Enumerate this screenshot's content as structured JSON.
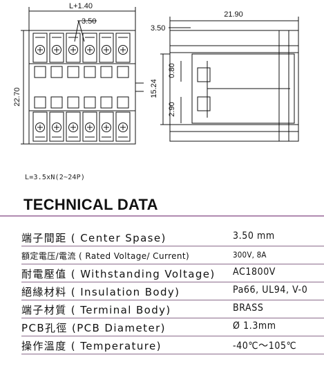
{
  "drawing": {
    "dim_top_width": "L+1.40",
    "dim_pitch": "3.50",
    "dim_height": "22.70",
    "dim_side_width": "21.90",
    "dim_side_offset": "3.50",
    "dim_side_total": "15.24",
    "dim_side_upper": "0.80",
    "dim_side_lower": "2.90"
  },
  "formula": "L=3.5xN(2~24P)",
  "heading": "TECHNICAL DATA",
  "specs": [
    {
      "label": "端子間距 ( Center Spase)",
      "value": "3.50 mm"
    },
    {
      "label": "額定電压/電流 ( Rated Voltage/ Current)",
      "value": "300V, 8A"
    },
    {
      "label": "耐電壓值 ( Withstanding Voltage)",
      "value": "AC1800V"
    },
    {
      "label": "絕緣材料 ( Insulation Body)",
      "value": "Pa66, UL94, V-0"
    },
    {
      "label": "端子材質 ( Terminal Body)",
      "value": "BRASS"
    },
    {
      "label": "PCB孔徑 (PCB Diameter)",
      "value": "Ø 1.3mm"
    },
    {
      "label": "操作溫度 ( Temperature)",
      "value": "-40℃～105℃"
    }
  ],
  "colors": {
    "rule": "#b08ab0",
    "ink": "#111111"
  }
}
